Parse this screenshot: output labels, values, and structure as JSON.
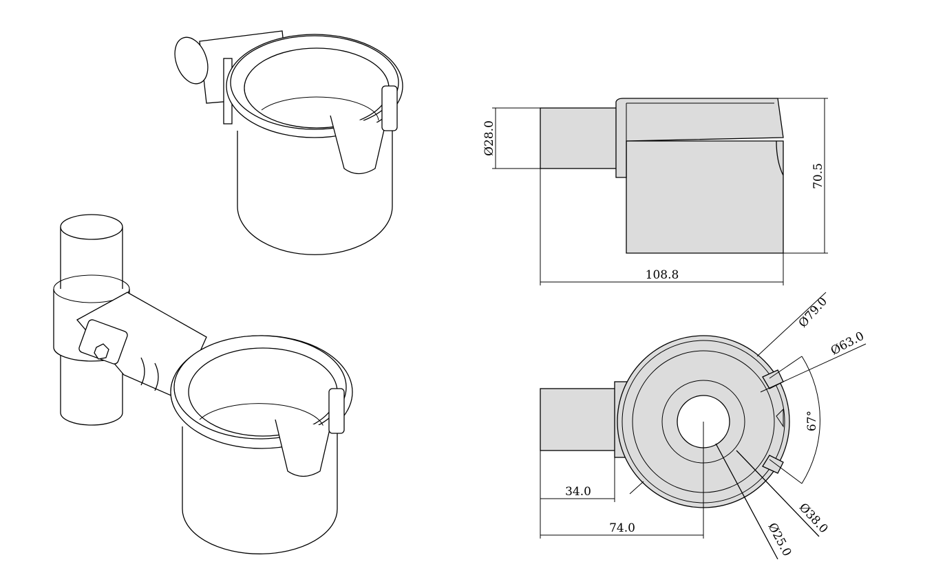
{
  "drawing": {
    "front_view": {
      "tube_diameter": "Ø28.0",
      "height": "70.5",
      "overall_length": "108.8"
    },
    "top_view": {
      "outer_diameter": "Ø79.0",
      "inner_diameter": "Ø63.0",
      "slot_angle": "67°",
      "tube_offset": "34.0",
      "center_offset": "74.0",
      "hole_diameter": "Ø25.0",
      "boss_diameter": "Ø38.0"
    },
    "fill_color": "#dcdcdc"
  }
}
